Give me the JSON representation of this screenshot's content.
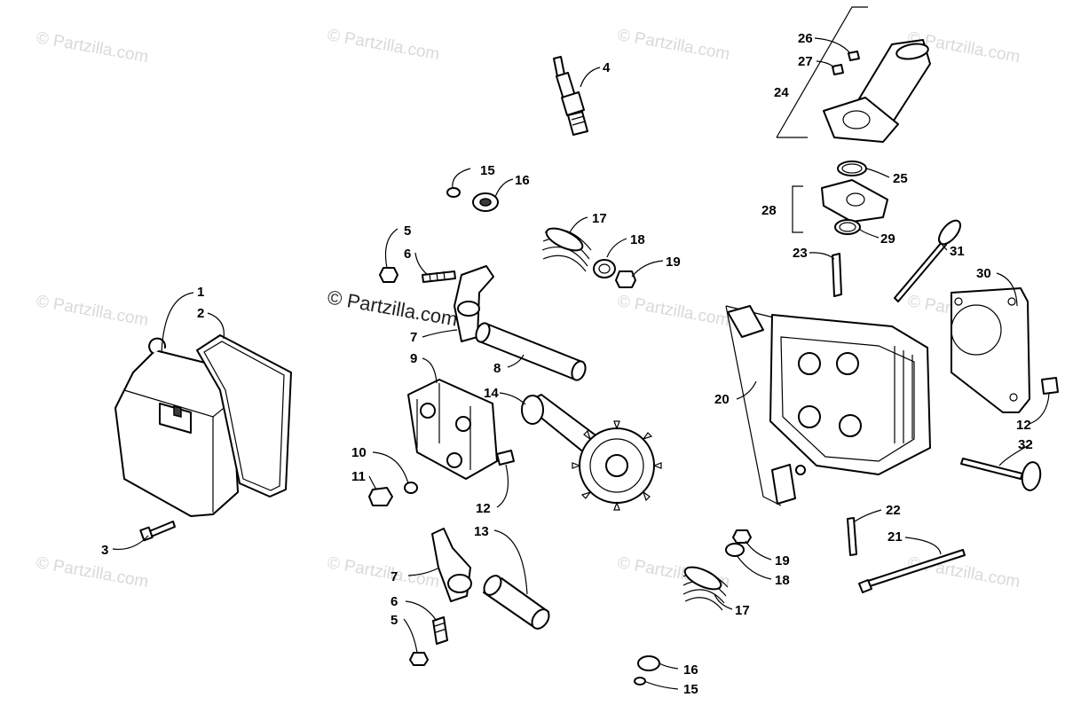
{
  "watermark": {
    "text": "© Partzilla.com",
    "main_text": "© Partzilla.com"
  },
  "callouts": {
    "c1": "1",
    "c2": "2",
    "c3": "3",
    "c4": "4",
    "c5a": "5",
    "c5b": "5",
    "c6a": "6",
    "c6b": "6",
    "c7a": "7",
    "c7b": "7",
    "c8": "8",
    "c9": "9",
    "c10": "10",
    "c11": "11",
    "c12a": "12",
    "c12b": "12",
    "c13": "13",
    "c14": "14",
    "c15a": "15",
    "c15b": "15",
    "c16a": "16",
    "c16b": "16",
    "c17a": "17",
    "c17b": "17",
    "c18a": "18",
    "c18b": "18",
    "c19a": "19",
    "c19b": "19",
    "c20": "20",
    "c21": "21",
    "c22": "22",
    "c23": "23",
    "c24": "24",
    "c25": "25",
    "c26": "26",
    "c27": "27",
    "c28": "28",
    "c29": "29",
    "c30": "30",
    "c31": "31",
    "c32": "32"
  }
}
